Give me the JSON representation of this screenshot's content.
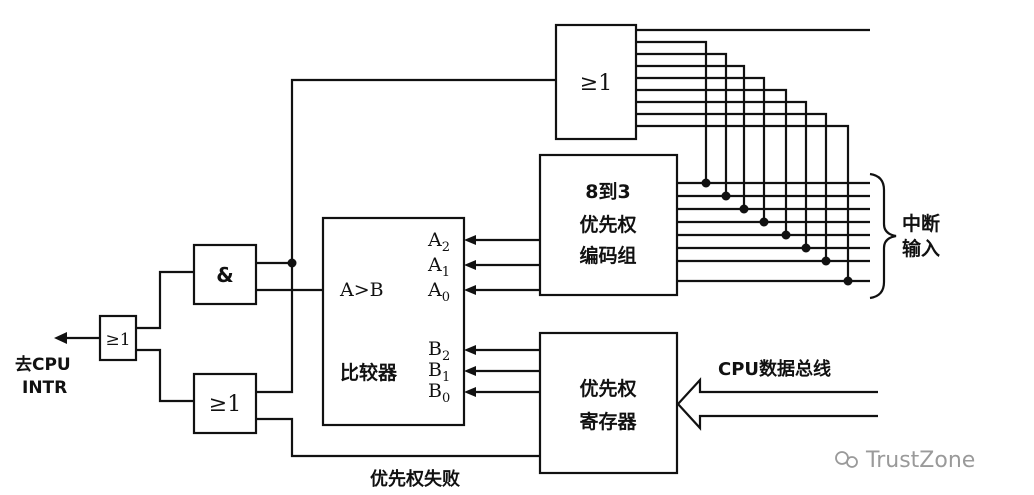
{
  "gates": {
    "or_top": "≥1",
    "and_gate": "&",
    "or_left": "≥1",
    "or_bottom": "≥1"
  },
  "encoder": {
    "line1": "8到3",
    "line2": "优先权",
    "line3": "编码组"
  },
  "comparator": {
    "label": "比较器",
    "a_gt_b": "A>B",
    "a_ports": [
      {
        "letter": "A",
        "sub": "2"
      },
      {
        "letter": "A",
        "sub": "1"
      },
      {
        "letter": "A",
        "sub": "0"
      }
    ],
    "b_ports": [
      {
        "letter": "B",
        "sub": "2"
      },
      {
        "letter": "B",
        "sub": "1"
      },
      {
        "letter": "B",
        "sub": "0"
      }
    ]
  },
  "register": {
    "line1": "优先权",
    "line2": "寄存器"
  },
  "labels": {
    "interrupt_in_1": "中断",
    "interrupt_in_2": "输入",
    "cpu_bus": "CPU数据总线",
    "output_1": "去CPU",
    "output_2": "INTR",
    "priority_fail": "优先权失败"
  },
  "watermark": "TrustZone"
}
